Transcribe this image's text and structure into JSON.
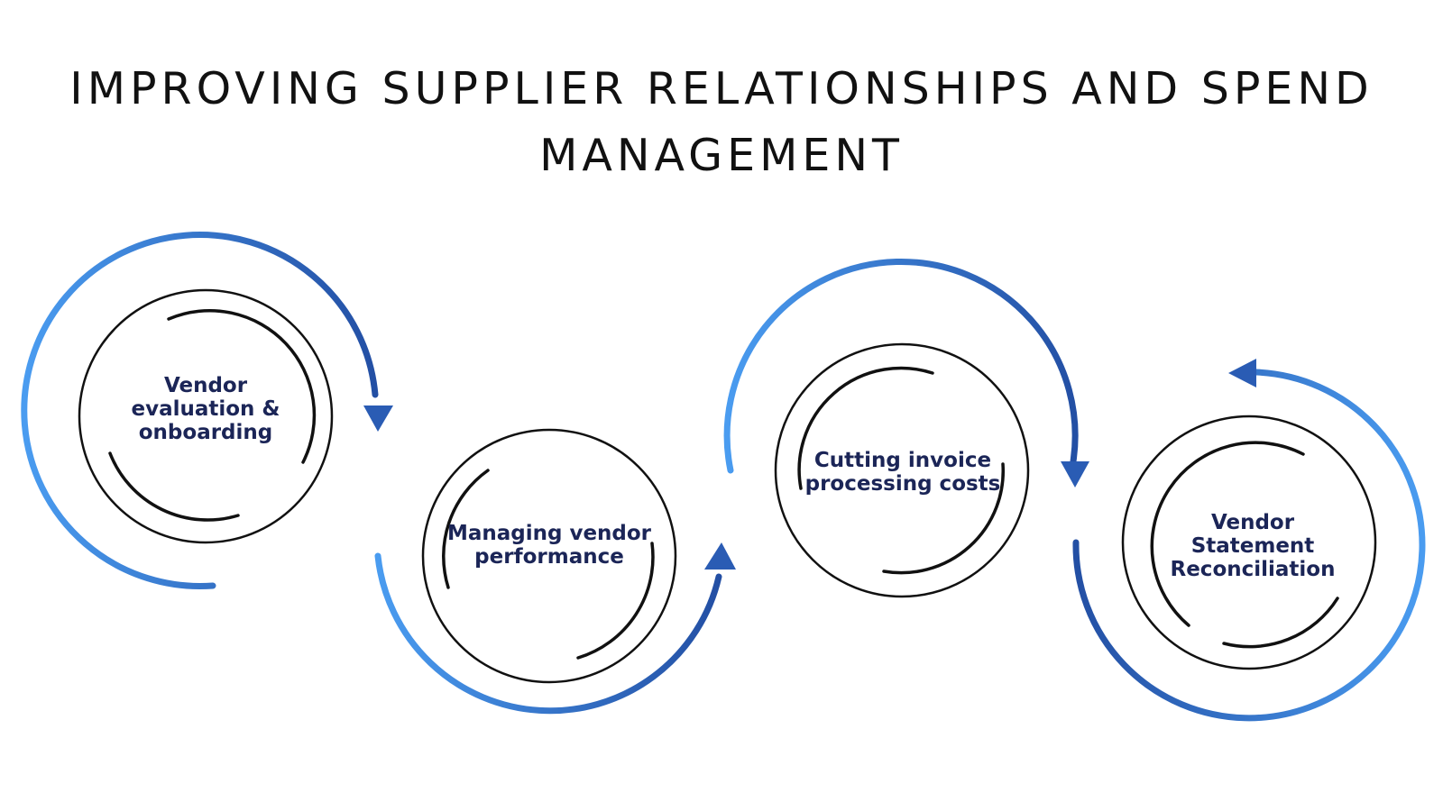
{
  "title": "IMPROVING SUPPLIER RELATIONSHIPS AND SPEND MANAGEMENT",
  "colors": {
    "arrow_light": "#4a9cf0",
    "arrow_dark": "#234fa4",
    "ring": "#111111",
    "label": "#1b2557"
  },
  "steps": [
    {
      "label": "Vendor evaluation & onboarding"
    },
    {
      "label": "Managing vendor performance"
    },
    {
      "label": "Cutting invoice processing costs"
    },
    {
      "label": "Vendor Statement Reconciliation"
    }
  ]
}
